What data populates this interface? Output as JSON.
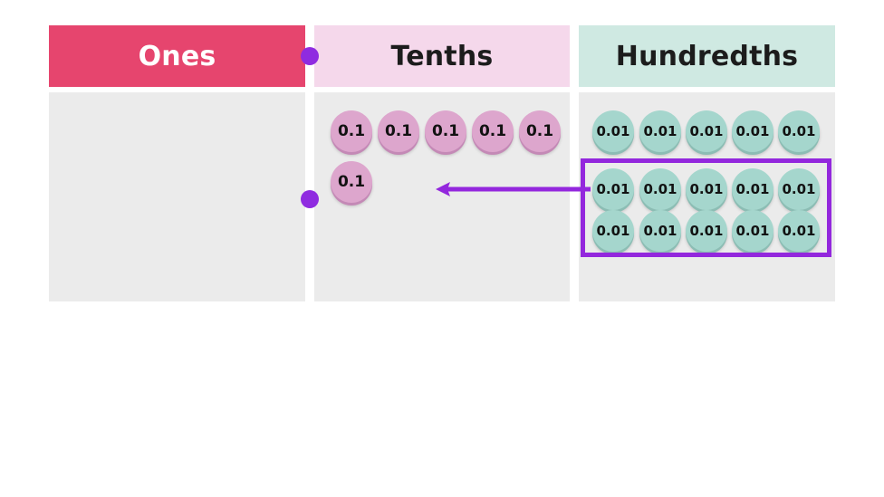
{
  "columns": [
    {
      "id": "ones",
      "label": "Ones",
      "header_color": "#e6456e",
      "header_text_color": "#ffffff",
      "body_color": "#ebebeb",
      "counters": []
    },
    {
      "id": "tenths",
      "label": "Tenths",
      "header_color": "#f5d8eb",
      "header_text_color": "#1c1c1c",
      "body_color": "#ebebeb",
      "counter_value": "0.1",
      "counter_color": "#dda6cd",
      "rows": [
        [
          "0.1",
          "0.1",
          "0.1",
          "0.1",
          "0.1"
        ],
        [
          "0.1"
        ]
      ]
    },
    {
      "id": "hundredths",
      "label": "Hundredths",
      "header_color": "#cfe9e2",
      "header_text_color": "#1c1c1c",
      "body_color": "#ebebeb",
      "counter_value": "0.01",
      "counter_color": "#a5d6cd",
      "rows": [
        [
          "0.01",
          "0.01",
          "0.01",
          "0.01",
          "0.01"
        ],
        [
          "0.01",
          "0.01",
          "0.01",
          "0.01",
          "0.01"
        ],
        [
          "0.01",
          "0.01",
          "0.01",
          "0.01",
          "0.01"
        ]
      ]
    }
  ],
  "annotations": {
    "accent_color": "#9327dd",
    "dot_color": "#8f2be0",
    "highlight_box": {
      "name": "hundredths-regroup-selection",
      "encloses_rows": [
        2,
        3
      ]
    },
    "arrow": {
      "name": "regroup-arrow",
      "direction": "left",
      "from": "hundredths",
      "to": "tenths"
    },
    "exchange_dots": [
      {
        "name": "header-boundary-dot"
      },
      {
        "name": "body-boundary-dot"
      }
    ]
  }
}
